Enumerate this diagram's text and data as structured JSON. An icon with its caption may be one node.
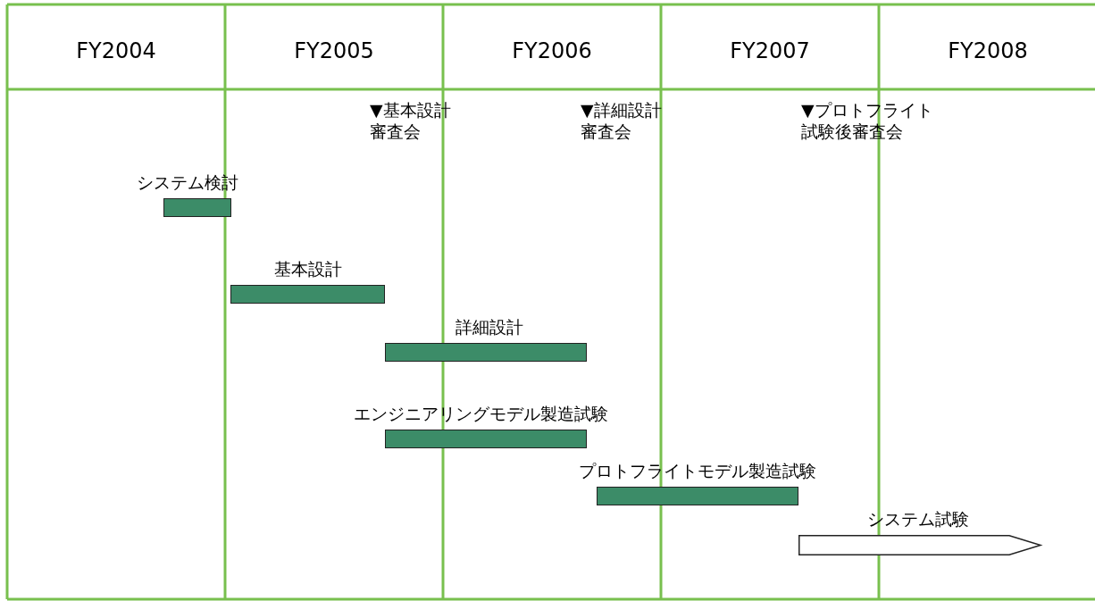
{
  "diagram": {
    "nodes": [
      {
        "text": [
          "システム検討"
        ]
      },
      {
        "text": [
          "基本設計"
        ]
      },
      {
        "text": [
          "詳細設計"
        ]
      },
      {
        "text": [
          "エンジニアリングモデル製造試験"
        ]
      },
      {
        "text": [
          "プロトフライトモデル製造試験"
        ]
      },
      {
        "text": [
          "システム試験"
        ]
      }
    ],
    "labels": [
      "FY2004",
      "FY2005",
      "FY2006",
      "FY2007",
      "FY2008",
      "▼基本設計審査会",
      "▼詳細設計審査会",
      "▼プロトフライト試験後審査会"
    ]
  }
}
